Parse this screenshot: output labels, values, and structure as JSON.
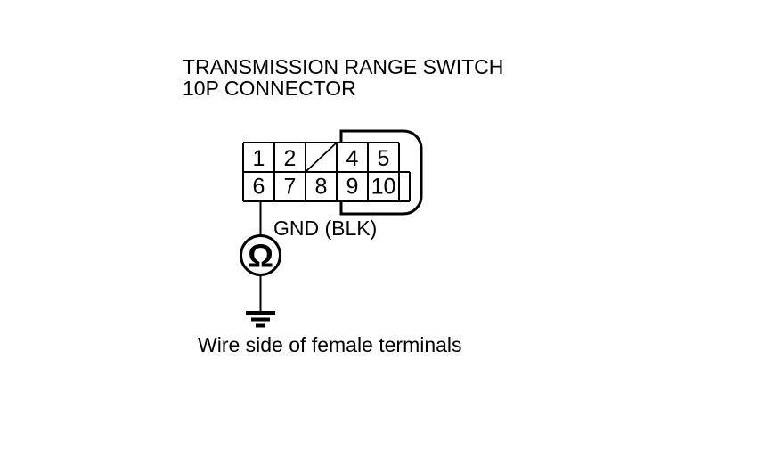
{
  "page": {
    "background": "#ffffff",
    "ink": "#000000"
  },
  "header": {
    "title_line1": "TRANSMISSION RANGE SWITCH",
    "title_line2": "10P CONNECTOR"
  },
  "connector": {
    "pin_count_label": "10P",
    "pins_row1": [
      {
        "label": "1"
      },
      {
        "label": "2"
      },
      {
        "label": "",
        "blocked": true
      },
      {
        "label": "4"
      },
      {
        "label": "5"
      }
    ],
    "pins_row2": [
      {
        "label": "6"
      },
      {
        "label": "7"
      },
      {
        "label": "8"
      },
      {
        "label": "9"
      },
      {
        "label": "10"
      }
    ]
  },
  "probe": {
    "wire_label": "GND (BLK)",
    "meter_glyph": "Ω"
  },
  "caption": "Wire side of female terminals"
}
